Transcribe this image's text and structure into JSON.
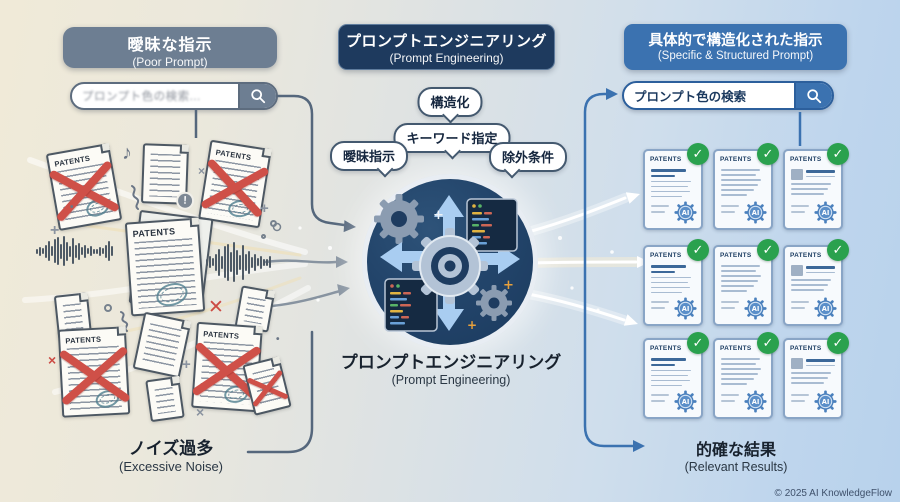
{
  "headers": {
    "poor": {
      "title": "曖昧な指示",
      "subtitle": "(Poor Prompt)"
    },
    "engineering": {
      "title": "プロンプトエンジニアリング",
      "subtitle": "(Prompt Engineering)"
    },
    "structured": {
      "title": "具体的で構造化された指示",
      "subtitle": "(Specific & Structured Prompt)"
    }
  },
  "search": {
    "poor": {
      "value": "プロンプト色の検索...",
      "icon": "magnifier-icon"
    },
    "structured": {
      "value": "プロンプト色の検索",
      "icon": "magnifier-icon"
    }
  },
  "bubbles": {
    "structuring": "構造化",
    "keywords": "キーワード指定",
    "vague": "曖昧指示",
    "exclusion": "除外条件"
  },
  "center": {
    "label": "プロンプトエンジニアリング",
    "sublabel": "(Prompt Engineering)"
  },
  "noise": {
    "label": "ノイズ過多",
    "sublabel": "(Excessive Noise)",
    "doc_title": "PATENTS"
  },
  "results": {
    "label": "的確な結果",
    "sublabel": "(Relevant Results)",
    "doc_title": "PATENTS",
    "badge": "AI",
    "grid_rows": 3,
    "grid_cols": 3
  },
  "icons": {
    "check": "✓",
    "cross": "✕",
    "small_x": "×",
    "plus": "+",
    "dot": "•",
    "music_note": "♪",
    "exclamation": "!"
  },
  "colors": {
    "navy": "#1e3a5e",
    "slate": "#6d7e92",
    "blue": "#3b72b0",
    "red": "#cf5048",
    "green": "#2aa14e"
  },
  "footer": {
    "copyright": "© 2025 AI KnowledgeFlow"
  }
}
